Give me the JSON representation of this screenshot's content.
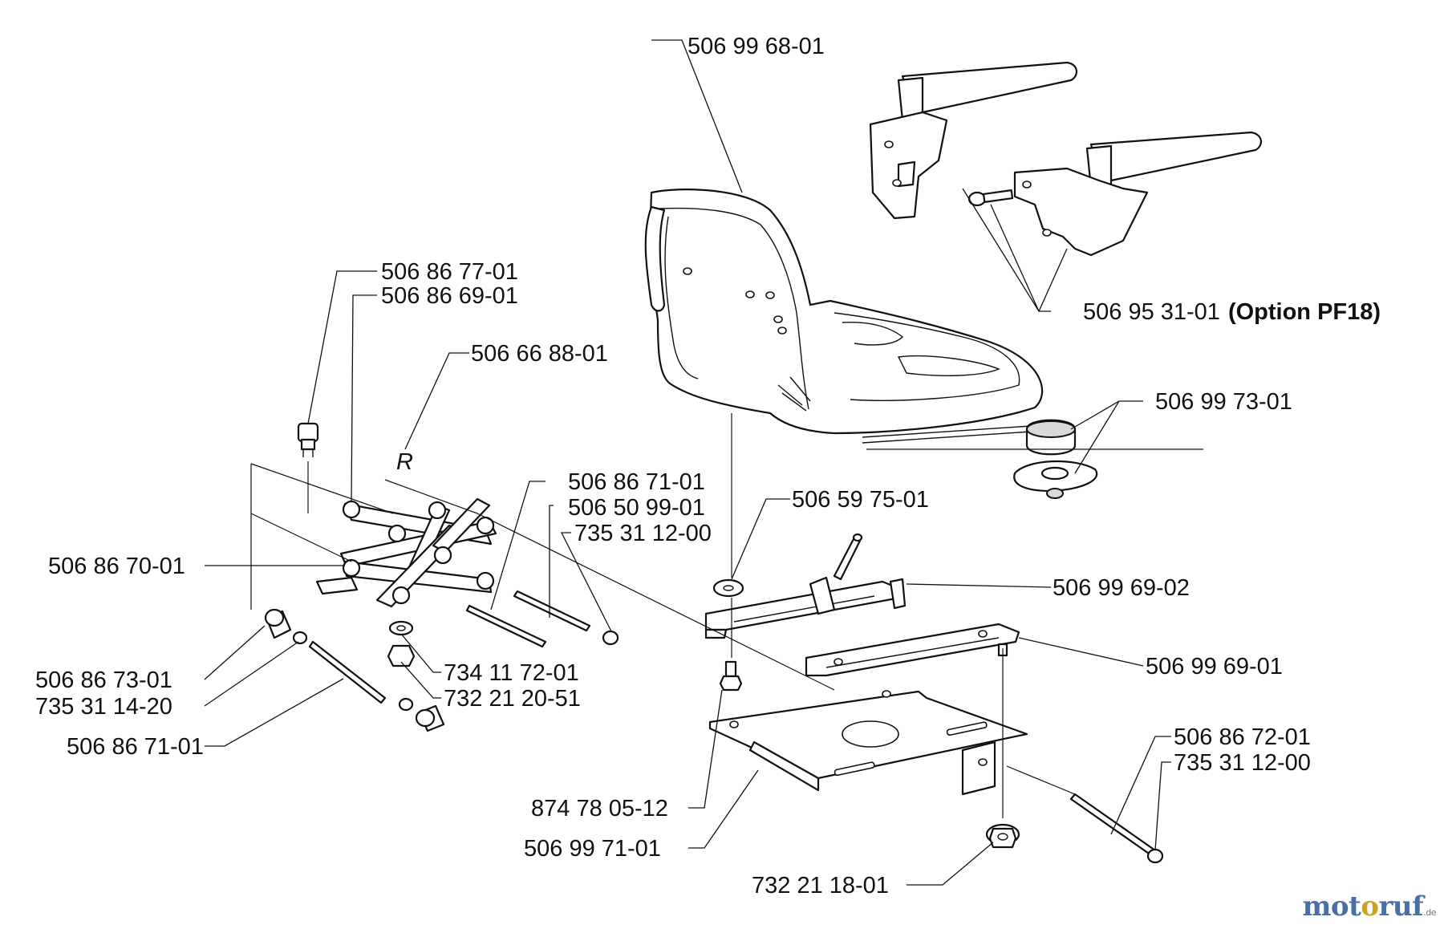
{
  "labels": {
    "seat": "506 99 68-01",
    "armrest": "506 95 31-01",
    "armrest_option": "(Option PF18)",
    "bumper_top": "506 99 73-01",
    "cap": "506 86 77-01",
    "link_upper": "506 86 69-01",
    "clip_r": "506 66 88-01",
    "link_lower": "506 86 70-01",
    "rod_a": "506 86 71-01",
    "rod_b": "506 50 99-01",
    "ring_a": "735 31 12-00",
    "washer_top": "506 59 75-01",
    "rail_left": "506 99 69-02",
    "rail_right": "506 99 69-01",
    "bush": "506 86 73-01",
    "ring_b": "735 31 14-20",
    "rod_c": "506 86 71-01",
    "washer_small": "734 11 72-01",
    "nut_small": "732 21 20-51",
    "rod_d": "506 86 72-01",
    "ring_c": "735 31 12-00",
    "screw": "874 78 05-12",
    "plate": "506 99 71-01",
    "nut_flange": "732 21 18-01"
  },
  "clip_letter": "R",
  "watermark": {
    "part1": "mot",
    "part2": "o",
    "part3": "ruf",
    "tld": ".de"
  }
}
